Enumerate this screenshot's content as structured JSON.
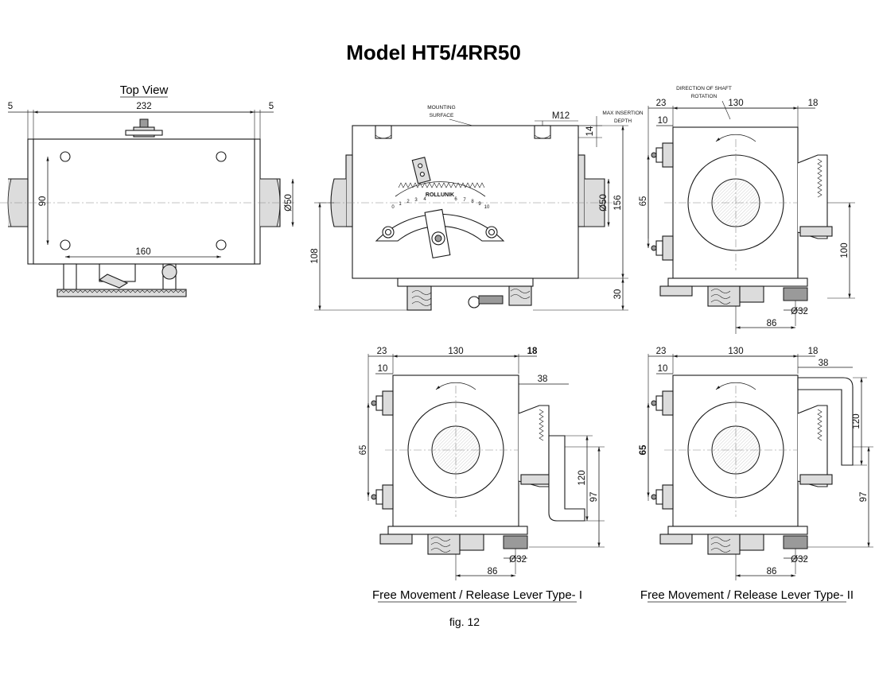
{
  "title": "Model HT5/4RR50",
  "views": {
    "top_view": {
      "label": "Top View",
      "dims": {
        "overall": "232",
        "margin_left": "5",
        "margin_right": "5",
        "hole_pitch_v": "90",
        "hole_pitch_h": "160",
        "shaft_dia": "Ø50"
      }
    },
    "front_view": {
      "notes": {
        "mounting_surface": [
          "MOUNTING",
          "SURFACE"
        ],
        "max_insertion_depth": [
          "MAX INSERTION",
          "DEPTH"
        ]
      },
      "dims": {
        "thread": "M12",
        "depth": "14",
        "shaft_dia": "Ø50",
        "height": "156",
        "axis_height": "108",
        "base": "30"
      },
      "scale": {
        "ticks": [
          "0",
          "1",
          "2",
          "3",
          "4",
          "5",
          "6",
          "7",
          "8",
          "9",
          "10"
        ],
        "brand": "ROLLUNIK"
      }
    },
    "side_view": {
      "notes": {
        "direction": [
          "DIRECTION OF SHAFT",
          "ROTATION"
        ]
      },
      "dims": {
        "left": "23",
        "width": "130",
        "right": "18",
        "stud": "10",
        "pitch": "65",
        "lever": "100",
        "foot_dia": "Ø32",
        "foot_pitch": "86"
      }
    },
    "type_1": {
      "label": "Free Movement / Release Lever Type- I",
      "dims": {
        "left": "23",
        "width": "130",
        "right": "18",
        "stud": "10",
        "lever_off": "38",
        "pitch": "65",
        "lever_h": "120",
        "lever_drop": "97",
        "foot_dia": "Ø32",
        "foot_pitch": "86"
      }
    },
    "type_2": {
      "label": "Free Movement / Release Lever Type- II",
      "dims": {
        "left": "23",
        "width": "130",
        "right": "18",
        "stud": "10",
        "lever_off": "38",
        "pitch": "65",
        "lever_h": "120",
        "lever_drop": "97",
        "foot_dia": "Ø32",
        "foot_pitch": "86"
      }
    }
  },
  "caption": "fig. 12"
}
